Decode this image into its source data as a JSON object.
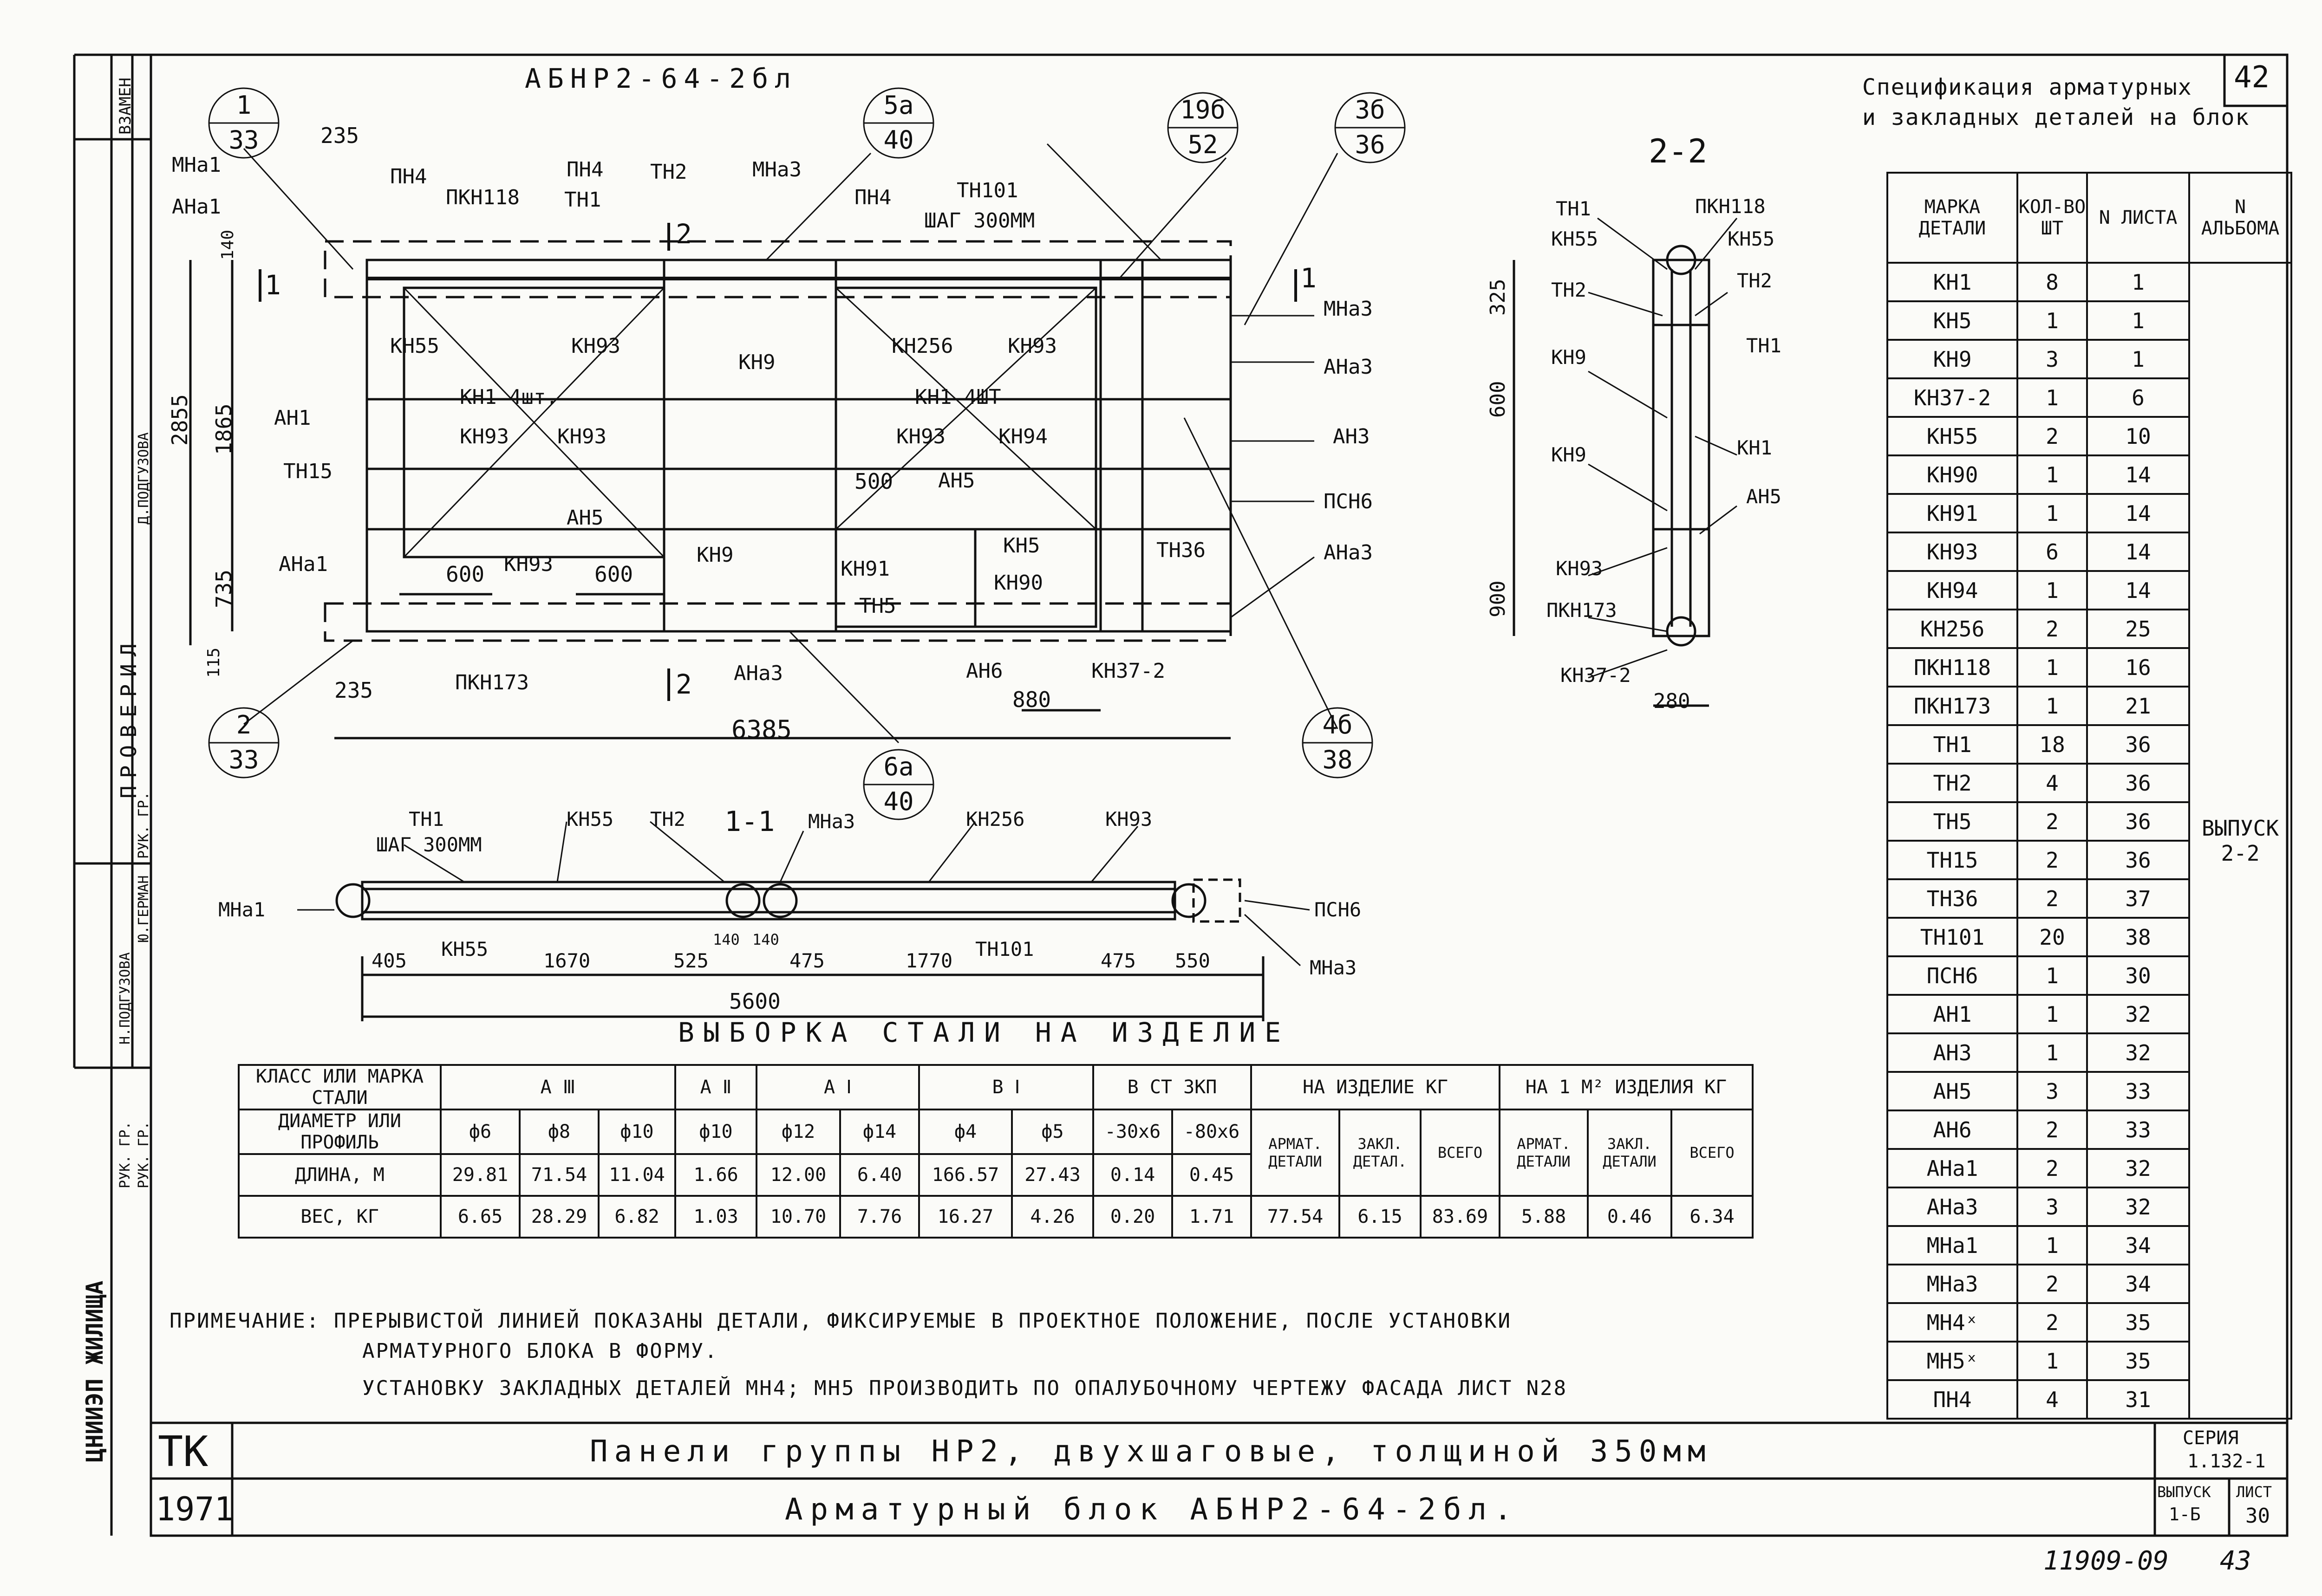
{
  "sheet": {
    "top_right_number": "42",
    "stamp_handwritten": "11909-09",
    "stamp_page": "43"
  },
  "left_margin": {
    "org": "ЦНИИЭП ЖИЛИЩА",
    "label_vzamen": "ВЗАМЕН",
    "label_proveril": "ПРОВЕРИЛ",
    "roles": [
      "РУК. ГР.",
      "РУК. ГР.",
      "РУК. ГР."
    ],
    "names": [
      "Ю.ГЕРМАН",
      "Н.ПОДГУЗОВА",
      "Д.ПОДГУЗОВА"
    ]
  },
  "main_view": {
    "title": "АБНР2-64-2бл",
    "dims": [
      "235",
      "1865",
      "2855",
      "735",
      "115",
      "140",
      "600",
      "600",
      "500",
      "880",
      "6385",
      "235"
    ],
    "labels": [
      "МНа1",
      "АНа1",
      "ПН4",
      "ПКН118",
      "ПН4",
      "ТН1",
      "ТН2",
      "МНа3",
      "ПН4",
      "ТН101",
      "ШАГ 300ММ",
      "МНа3",
      "АНа3",
      "АН3",
      "ПСН6",
      "АНа3",
      "ТН36",
      "КН55",
      "КН93",
      "КН9",
      "КН256",
      "КН93",
      "КН1 4шт.",
      "КН1 4ШТ",
      "АН1",
      "КН93",
      "КН93",
      "КН93",
      "КН94",
      "ТН15",
      "АН5",
      "АН5",
      "АНа1",
      "КН93",
      "КН9",
      "КН5",
      "КН91",
      "КН90",
      "ТН5",
      "ПКН173",
      "АНа3",
      "АН6",
      "КН37-2"
    ],
    "callouts": [
      {
        "num": "1",
        "den": "33"
      },
      {
        "num": "5а",
        "den": "40"
      },
      {
        "num": "19б",
        "den": "52"
      },
      {
        "num": "3б",
        "den": "36"
      },
      {
        "num": "2",
        "den": "33"
      },
      {
        "num": "6а",
        "den": "40"
      },
      {
        "num": "4б",
        "den": "38"
      }
    ],
    "section_marks": [
      "1",
      "1",
      "2",
      "2"
    ]
  },
  "section_2_2": {
    "title": "2-2",
    "labels": [
      "ТН1",
      "ПКН118",
      "КН55",
      "КН55",
      "ТН2",
      "ТН2",
      "ТН1",
      "КН9",
      "КН9",
      "КН1",
      "АН5",
      "КН93",
      "ПКН173",
      "КН37-2"
    ],
    "dims": [
      "325",
      "600",
      "900",
      "280"
    ]
  },
  "section_1_1": {
    "title": "1-1",
    "labels": [
      "ТН1",
      "ШАГ 300ММ",
      "КН55",
      "ТН2",
      "МНа3",
      "КН256",
      "КН93",
      "МНа1",
      "ПСН6",
      "КН55",
      "ТН101",
      "МНа3"
    ],
    "dims": [
      "405",
      "1670",
      "525",
      "140",
      "140",
      "475",
      "1770",
      "475",
      "550",
      "5600"
    ]
  },
  "spec": {
    "title_line1": "Спецификация арматурных",
    "title_line2": "и закладных деталей на блок",
    "headers": [
      "МАРКА ДЕТАЛИ",
      "КОЛ-ВО ШТ",
      "N ЛИСТА",
      "N АЛЬБОМА"
    ],
    "album": "ВЫПУСК 2-2",
    "rows": [
      [
        "КН1",
        "8",
        "1"
      ],
      [
        "КН5",
        "1",
        "1"
      ],
      [
        "КН9",
        "3",
        "1"
      ],
      [
        "КН37-2",
        "1",
        "6"
      ],
      [
        "КН55",
        "2",
        "10"
      ],
      [
        "КН90",
        "1",
        "14"
      ],
      [
        "КН91",
        "1",
        "14"
      ],
      [
        "КН93",
        "6",
        "14"
      ],
      [
        "КН94",
        "1",
        "14"
      ],
      [
        "КН256",
        "2",
        "25"
      ],
      [
        "ПКН118",
        "1",
        "16"
      ],
      [
        "ПКН173",
        "1",
        "21"
      ],
      [
        "ТН1",
        "18",
        "36"
      ],
      [
        "ТН2",
        "4",
        "36"
      ],
      [
        "ТН5",
        "2",
        "36"
      ],
      [
        "ТН15",
        "2",
        "36"
      ],
      [
        "ТН36",
        "2",
        "37"
      ],
      [
        "ТН101",
        "20",
        "38"
      ],
      [
        "ПСН6",
        "1",
        "30"
      ],
      [
        "АН1",
        "1",
        "32"
      ],
      [
        "АН3",
        "1",
        "32"
      ],
      [
        "АН5",
        "3",
        "33"
      ],
      [
        "АН6",
        "2",
        "33"
      ],
      [
        "АНа1",
        "2",
        "32"
      ],
      [
        "АНа3",
        "3",
        "32"
      ],
      [
        "МНа1",
        "1",
        "34"
      ],
      [
        "МНа3",
        "2",
        "34"
      ],
      [
        "МН4ˣ",
        "2",
        "35"
      ],
      [
        "МН5ˣ",
        "1",
        "35"
      ],
      [
        "ПН4",
        "4",
        "31"
      ]
    ]
  },
  "steel": {
    "title": "ВЫБОРКА СТАЛИ НА ИЗДЕЛИЕ",
    "h_class": "КЛАСС ИЛИ МАРКА СТАЛИ",
    "h_diam": "ДИАМЕТР ИЛИ ПРОФИЛЬ",
    "classes": [
      "А Ⅲ",
      "А Ⅱ",
      "А Ⅰ",
      "В Ⅰ",
      "В СТ 3КП"
    ],
    "h_item": "НА ИЗДЕЛИЕ КГ",
    "h_m2": "НА 1 М² ИЗДЕЛИЯ КГ",
    "diams": [
      "ф6",
      "ф8",
      "ф10",
      "ф10",
      "ф12",
      "ф14",
      "ф4",
      "ф5",
      "-30х6",
      "-80х6"
    ],
    "sub": [
      "АРМАТ. ДЕТАЛИ",
      "ЗАКЛ. ДЕТАЛ.",
      "ВСЕГО",
      "АРМАТ. ДЕТАЛИ",
      "ЗАКЛ. ДЕТАЛИ",
      "ВСЕГО"
    ],
    "len_label": "ДЛИНА, М",
    "len": [
      "29.81",
      "71.54",
      "11.04",
      "1.66",
      "12.00",
      "6.40",
      "166.57",
      "27.43",
      "0.14",
      "0.45"
    ],
    "wt_label": "ВЕС, КГ",
    "wt": [
      "6.65",
      "28.29",
      "6.82",
      "1.03",
      "10.70",
      "7.76",
      "16.27",
      "4.26",
      "0.20",
      "1.71",
      "77.54",
      "6.15",
      "83.69",
      "5.88",
      "0.46",
      "6.34"
    ]
  },
  "notes": {
    "line1": "ПРИМЕЧАНИЕ: ПРЕРЫВИСТОЙ ЛИНИЕЙ ПОКАЗАНЫ ДЕТАЛИ, ФИКСИРУЕМЫЕ В ПРОЕКТНОЕ ПОЛОЖЕНИЕ, ПОСЛЕ УСТАНОВКИ",
    "line2": "АРМАТУРНОГО БЛОКА В ФОРМУ.",
    "line3": "УСТАНОВКУ ЗАКЛАДНЫХ ДЕТАЛЕЙ МН4; МН5 ПРОИЗВОДИТЬ ПО ОПАЛУБОЧНОМУ ЧЕРТЕЖУ ФАСАДА ЛИСТ N28"
  },
  "title_block": {
    "tk": "ТК",
    "year": "1971",
    "line1": "Панели группы НР2, двухшаговые, толщиной 350мм",
    "line2": "Арматурный блок АБНР2-64-2бл.",
    "series_label": "СЕРИЯ",
    "series": "1.132-1",
    "issue_label": "ВЫПУСК",
    "issue": "1-Б",
    "sheet_label": "ЛИСТ",
    "sheet_no": "30"
  }
}
